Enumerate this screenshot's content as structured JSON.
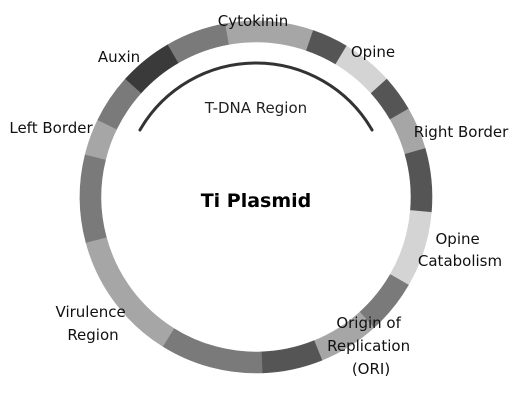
{
  "diagram": {
    "title": "Ti Plasmid",
    "region_label": "T-DNA Region",
    "labels": {
      "cytokinin": "Cytokinin",
      "auxin": "Auxin",
      "opine": "Opine",
      "left_border": "Left Border",
      "right_border": "Right Border",
      "opine_catabolism": [
        "Opine",
        "Catabolism"
      ],
      "virulence_region": [
        "Virulence",
        "Region"
      ],
      "origin_of_replication": [
        "Origin of",
        "Replication",
        "(ORI)"
      ]
    },
    "colors": {
      "very_dark": "#3a3a3a",
      "dark": "#555555",
      "medium": "#7a7a7a",
      "light": "#a6a6a6",
      "very_light": "#d4d4d4",
      "arc": "#333333"
    }
  }
}
